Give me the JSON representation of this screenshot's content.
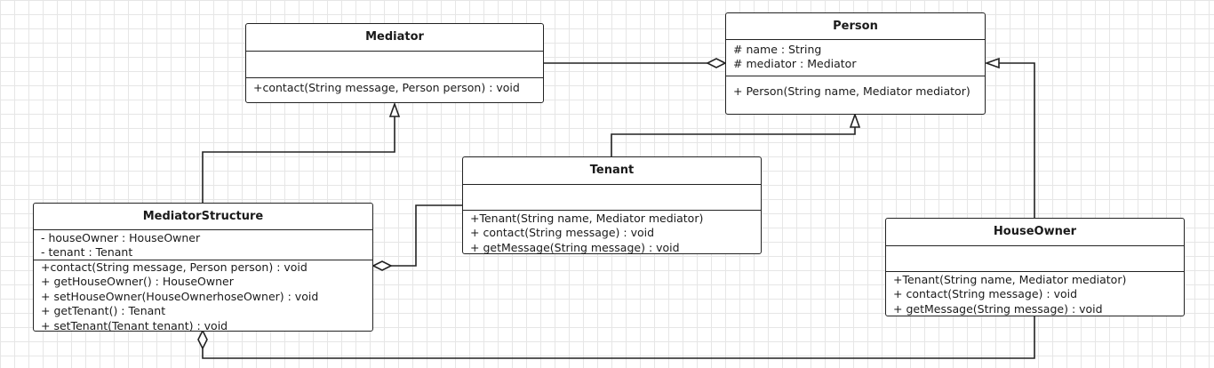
{
  "classes": {
    "mediator": {
      "name": "Mediator",
      "attributes": [],
      "methods": [
        "+contact(String message, Person person) : void"
      ]
    },
    "person": {
      "name": "Person",
      "attributes": [
        "# name : String",
        "# mediator : Mediator"
      ],
      "methods": [
        "+ Person(String name, Mediator mediator)"
      ]
    },
    "tenant": {
      "name": "Tenant",
      "attributes": [],
      "methods": [
        "+Tenant(String name, Mediator mediator)",
        "+ contact(String message) : void",
        "+ getMessage(String message) : void"
      ]
    },
    "mediator_structure": {
      "name": "MediatorStructure",
      "attributes": [
        "- houseOwner : HouseOwner",
        "- tenant : Tenant"
      ],
      "methods": [
        "+contact(String message, Person person) : void",
        "+ getHouseOwner() : HouseOwner",
        "+ setHouseOwner(HouseOwnerhoseOwner) : void",
        "+ getTenant() : Tenant",
        "+ setTenant(Tenant tenant) : void"
      ]
    },
    "house_owner": {
      "name": "HouseOwner",
      "attributes": [],
      "methods": [
        "+Tenant(String name, Mediator mediator)",
        "+ contact(String message) : void",
        "+ getMessage(String message) : void"
      ]
    }
  },
  "relations": [
    {
      "type": "aggregation",
      "from": "Mediator",
      "to": "Person"
    },
    {
      "type": "generalization",
      "from": "MediatorStructure",
      "to": "Mediator"
    },
    {
      "type": "generalization",
      "from": "Tenant",
      "to": "Person"
    },
    {
      "type": "generalization",
      "from": "HouseOwner",
      "to": "Person"
    },
    {
      "type": "aggregation",
      "from": "Tenant",
      "to": "MediatorStructure"
    },
    {
      "type": "aggregation",
      "from": "HouseOwner",
      "to": "MediatorStructure"
    }
  ],
  "colors": {
    "line": "#222222",
    "box_fill": "#ffffff",
    "grid": "#e6e6e6"
  }
}
